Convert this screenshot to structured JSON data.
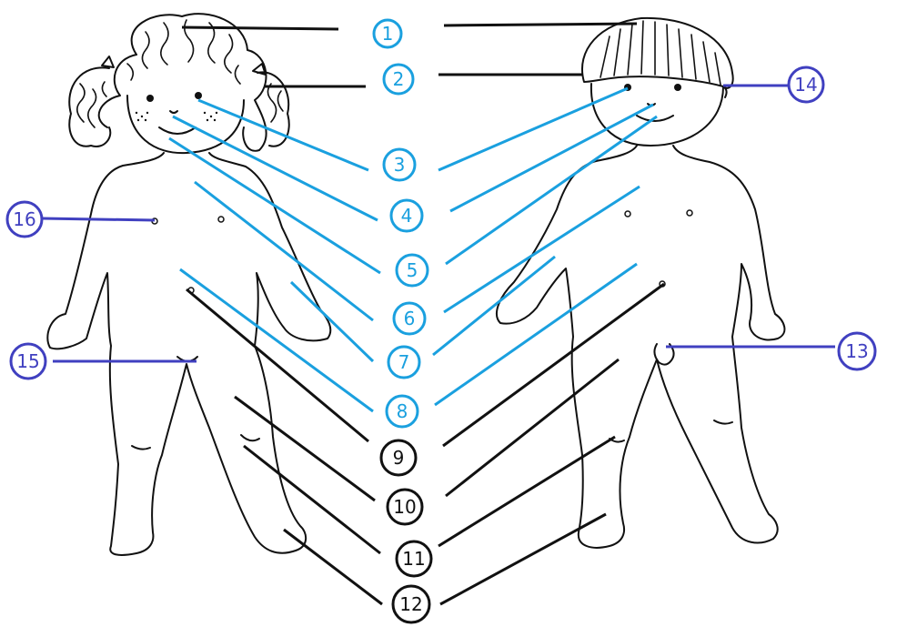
{
  "colors": {
    "light_blue": "#1aa0df",
    "dark_blue": "#4040c0",
    "black": "#111111"
  },
  "labels": [
    {
      "id": "1",
      "num": "1",
      "color": "light_blue"
    },
    {
      "id": "2",
      "num": "2",
      "color": "light_blue"
    },
    {
      "id": "3",
      "num": "3",
      "color": "light_blue"
    },
    {
      "id": "4",
      "num": "4",
      "color": "light_blue"
    },
    {
      "id": "5",
      "num": "5",
      "color": "light_blue"
    },
    {
      "id": "6",
      "num": "6",
      "color": "light_blue"
    },
    {
      "id": "7",
      "num": "7",
      "color": "light_blue"
    },
    {
      "id": "8",
      "num": "8",
      "color": "light_blue"
    },
    {
      "id": "9",
      "num": "9",
      "color": "black"
    },
    {
      "id": "10",
      "num": "10",
      "color": "black"
    },
    {
      "id": "11",
      "num": "11",
      "color": "black"
    },
    {
      "id": "12",
      "num": "12",
      "color": "black"
    },
    {
      "id": "13",
      "num": "13",
      "color": "dark_blue"
    },
    {
      "id": "14",
      "num": "14",
      "color": "dark_blue"
    },
    {
      "id": "15",
      "num": "15",
      "color": "dark_blue"
    },
    {
      "id": "16",
      "num": "16",
      "color": "dark_blue"
    }
  ]
}
